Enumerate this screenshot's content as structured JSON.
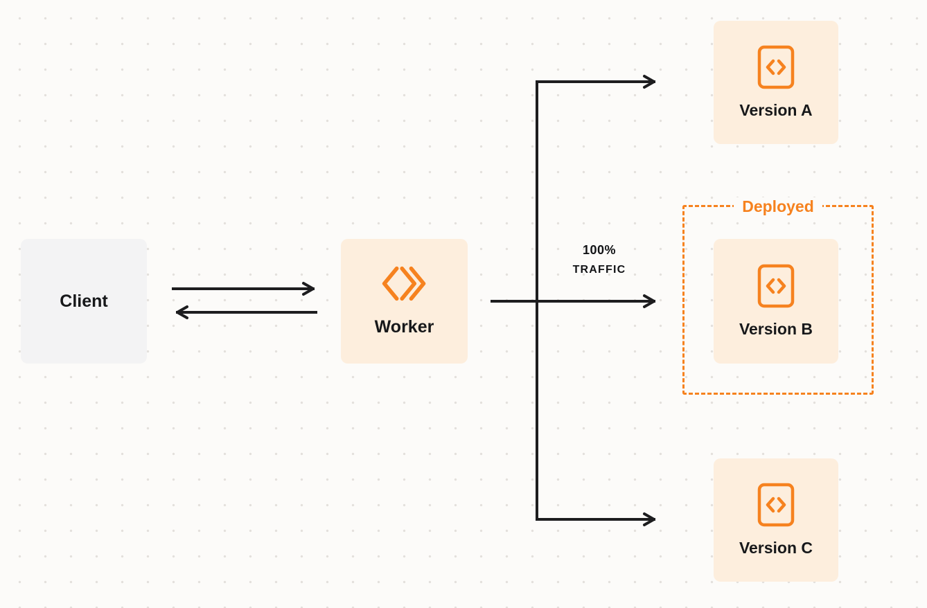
{
  "diagram": {
    "client": {
      "label": "Client"
    },
    "worker": {
      "label": "Worker",
      "icon": "workers-logo-icon"
    },
    "traffic": {
      "line1": "100%",
      "line2": "TRAFFIC"
    },
    "deployed": {
      "label": "Deployed"
    },
    "versions": [
      {
        "label": "Version A",
        "icon": "code-icon",
        "deployed": false
      },
      {
        "label": "Version B",
        "icon": "code-icon",
        "deployed": true
      },
      {
        "label": "Version C",
        "icon": "code-icon",
        "deployed": false
      }
    ],
    "colors": {
      "accent_orange": "#f6821f",
      "orange_box_bg": "#fdeedd",
      "client_box_bg": "#f3f3f4",
      "arrow": "#1d1d1f",
      "text": "#17181a",
      "page_bg": "#fcfbf9",
      "dot_grid": "#e3e0dc"
    }
  }
}
